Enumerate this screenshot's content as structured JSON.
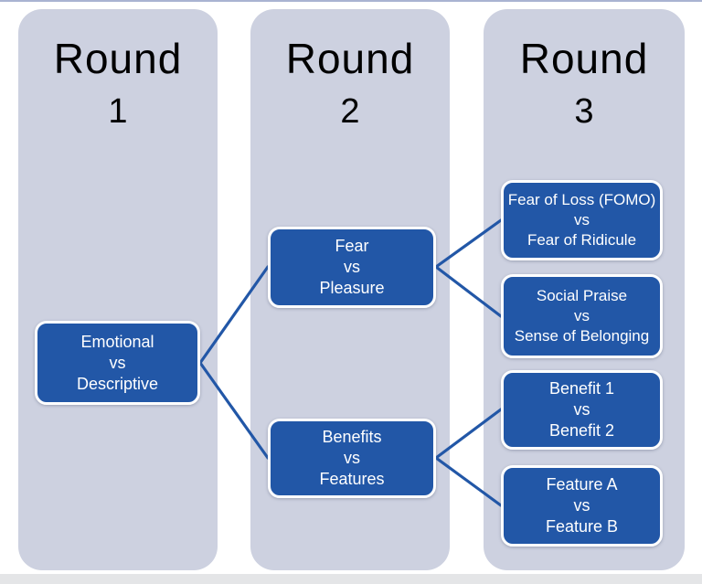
{
  "diagram": {
    "columns": [
      {
        "label": "Round",
        "number": "1",
        "boxes": [
          {
            "lines": [
              "Emotional",
              "vs",
              "Descriptive"
            ]
          }
        ]
      },
      {
        "label": "Round",
        "number": "2",
        "boxes": [
          {
            "lines": [
              "Fear",
              "vs",
              "Pleasure"
            ]
          },
          {
            "lines": [
              "Benefits",
              "vs",
              "Features"
            ]
          }
        ]
      },
      {
        "label": "Round",
        "number": "3",
        "boxes": [
          {
            "lines": [
              "Fear of Loss (FOMO)",
              "vs",
              "Fear of Ridicule"
            ]
          },
          {
            "lines": [
              "Social Praise",
              "vs",
              "Sense of Belonging"
            ]
          },
          {
            "lines": [
              "Benefit 1",
              "vs",
              "Benefit 2"
            ]
          },
          {
            "lines": [
              "Feature A",
              "vs",
              "Feature B"
            ]
          }
        ]
      }
    ],
    "colors": {
      "page_background": "#ffffff",
      "column_background": "#cdd1e0",
      "box_background": "#2257a7",
      "box_border": "#ffffff",
      "box_text": "#ffffff",
      "heading_text": "#000000",
      "connector": "#2257a7",
      "top_line": "#a9b3d2",
      "bottom_strip": "#e4e5e7"
    }
  }
}
